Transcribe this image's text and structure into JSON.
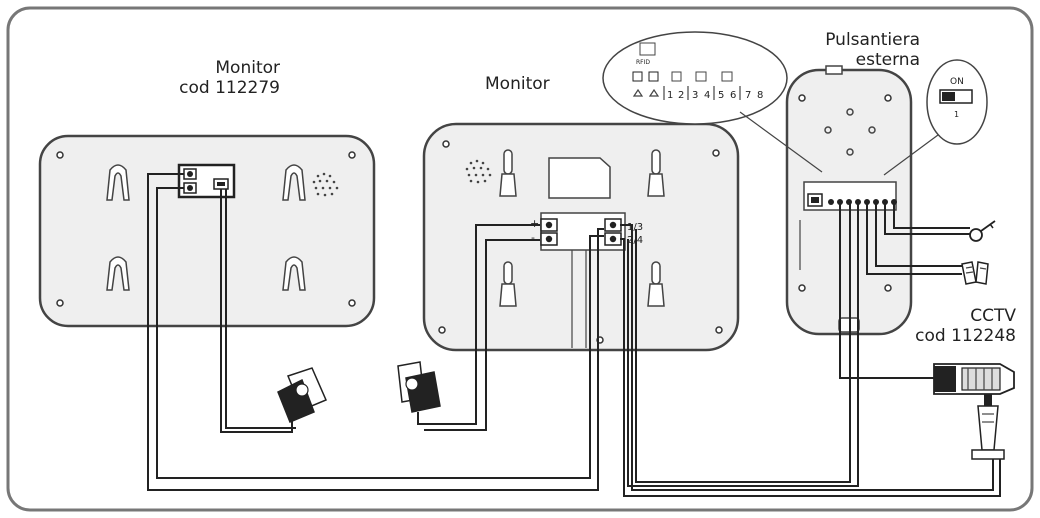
{
  "labels": {
    "monitor_left_line1": "Monitor",
    "monitor_left_line2": "cod 112279",
    "monitor_center": "Monitor",
    "panel_line1": "Pulsantiera",
    "panel_line2": "esterna",
    "cctv_line1": "CCTV",
    "cctv_line2": "cod 112248"
  },
  "terminals": {
    "plus": "+",
    "minus": "-",
    "t13": "1/3",
    "t24": "2/4"
  },
  "bubble": {
    "rfid": "RFID",
    "numbers": [
      "1",
      "2",
      "3",
      "4",
      "5",
      "6",
      "7",
      "8"
    ]
  },
  "switch": {
    "on": "ON",
    "one": "1"
  },
  "colors": {
    "frame": "#777777",
    "device_fill": "#efefef",
    "wire": "#222222"
  }
}
